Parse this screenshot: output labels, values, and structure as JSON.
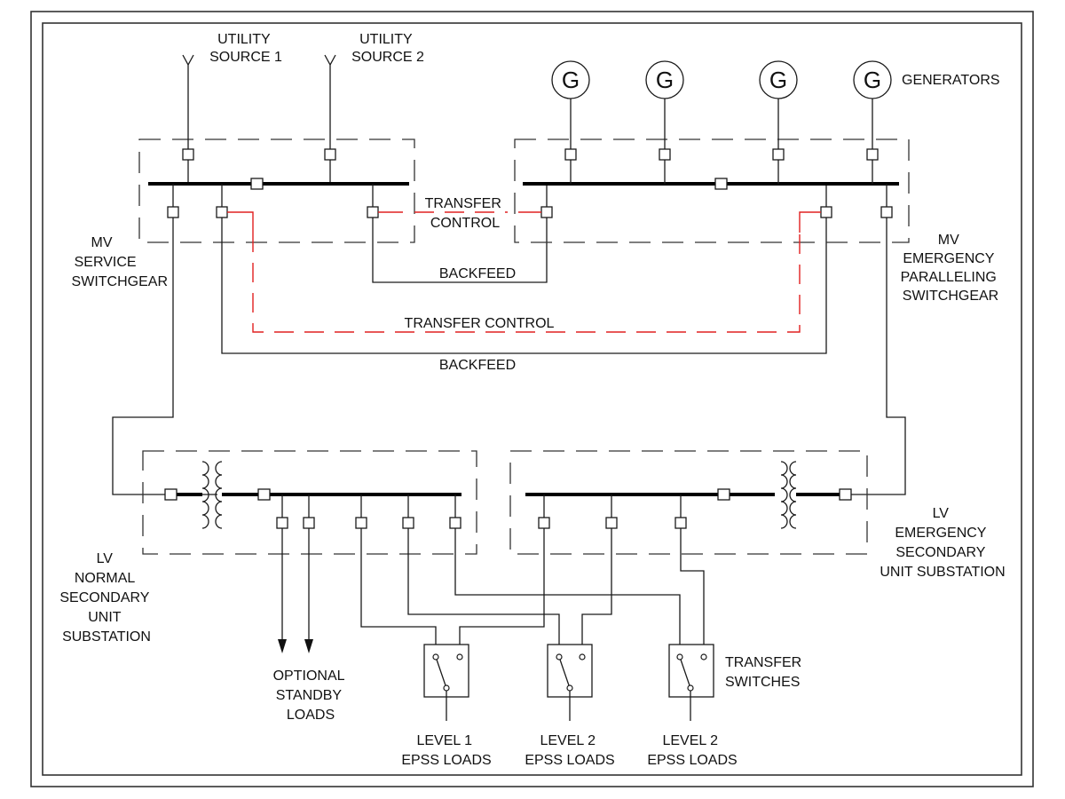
{
  "title": "EPSS one-line diagram",
  "colors": {
    "line": "#1a1a1a",
    "transfer_control": "#e02020",
    "background": "#ffffff"
  },
  "labels": {
    "utility1": [
      "UTILITY",
      "SOURCE 1"
    ],
    "utility2": [
      "UTILITY",
      "SOURCE 2"
    ],
    "generators": "GENERATORS",
    "generator_symbol": "G",
    "mv_service": [
      "MV",
      "SERVICE",
      "SWITCHGEAR"
    ],
    "mv_emergency": [
      "MV",
      "EMERGENCY",
      "PARALLELING",
      "SWITCHGEAR"
    ],
    "transfer_control_upper": [
      "TRANSFER",
      "CONTROL"
    ],
    "backfeed_upper": "BACKFEED",
    "transfer_control_lower": "TRANSFER CONTROL",
    "backfeed_lower": "BACKFEED",
    "lv_normal": [
      "LV",
      "NORMAL",
      "SECONDARY",
      "UNIT",
      "SUBSTATION"
    ],
    "lv_emergency": [
      "LV",
      "EMERGENCY",
      "SECONDARY",
      "UNIT SUBSTATION"
    ],
    "optional_loads": [
      "OPTIONAL",
      "STANDBY",
      "LOADS"
    ],
    "transfer_switches": [
      "TRANSFER",
      "SWITCHES"
    ],
    "load1": [
      "LEVEL 1",
      "EPSS LOADS"
    ],
    "load2": [
      "LEVEL 2",
      "EPSS LOADS"
    ],
    "load3": [
      "LEVEL 2",
      "EPSS LOADS"
    ]
  },
  "components": {
    "generator_count": 4,
    "transfer_switch_count": 3,
    "utility_sources": 2
  }
}
